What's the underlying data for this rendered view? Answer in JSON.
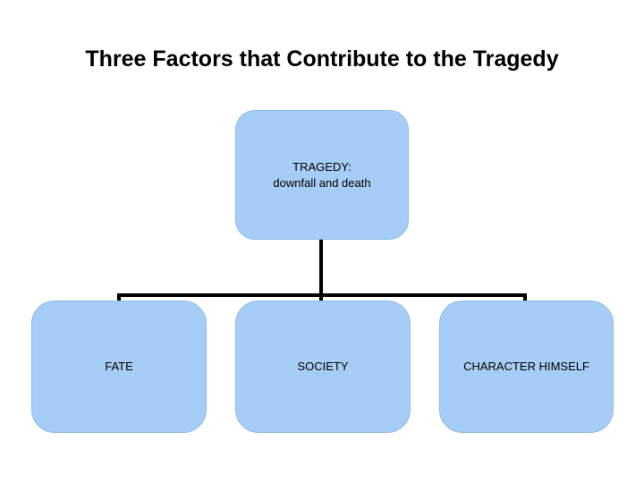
{
  "slide": {
    "title": "Three Factors that Contribute to the Tragedy",
    "background_color": "#ffffff",
    "node_fill_color": "#a6cdf5",
    "connector_color": "#000000",
    "text_color": "#000000"
  },
  "diagram": {
    "type": "hierarchy",
    "root": {
      "label": "TRAGEDY:\ndownfall and death"
    },
    "children": [
      {
        "label": "FATE"
      },
      {
        "label": "SOCIETY"
      },
      {
        "label": "CHARACTER HIMSELF"
      }
    ]
  }
}
